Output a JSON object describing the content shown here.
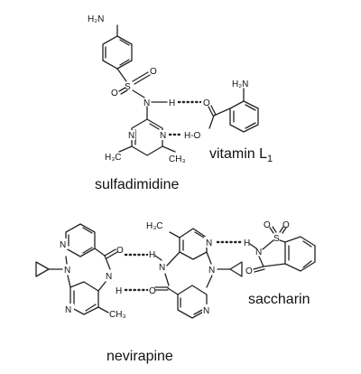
{
  "captions": {
    "sulfadimidine": "sulfadimidine",
    "vitamin": "vitamin L",
    "vitamin_sub": "1",
    "nevirapine": "nevirapine",
    "saccharin": "saccharin"
  },
  "atoms": {
    "nh2": "H₂N",
    "s": "S",
    "o": "O",
    "n": "N",
    "h": "H",
    "ho": "H-O",
    "h3c": "H₃C",
    "ch3": "CH₃"
  }
}
